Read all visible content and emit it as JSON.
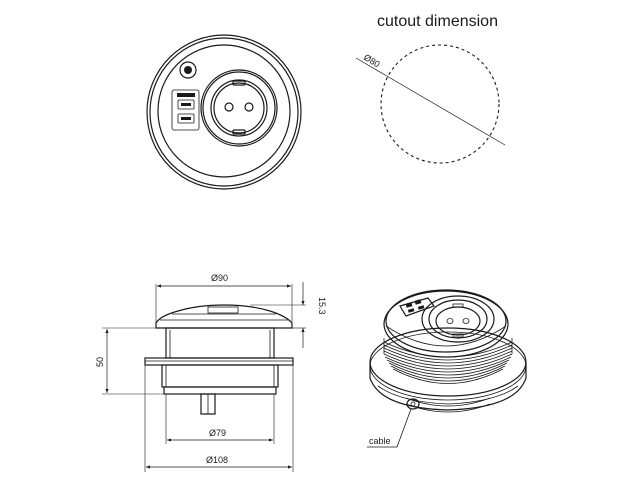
{
  "title": "cutout dimension",
  "cutout": {
    "diameter_label": "Ø80"
  },
  "side_view": {
    "top_diameter_label": "Ø90",
    "height_above_label": "15.3",
    "total_height_label": "50",
    "body_diameter_label": "Ø79",
    "flange_diameter_label": "Ø108"
  },
  "perspective_view": {
    "cable_label": "cable"
  }
}
